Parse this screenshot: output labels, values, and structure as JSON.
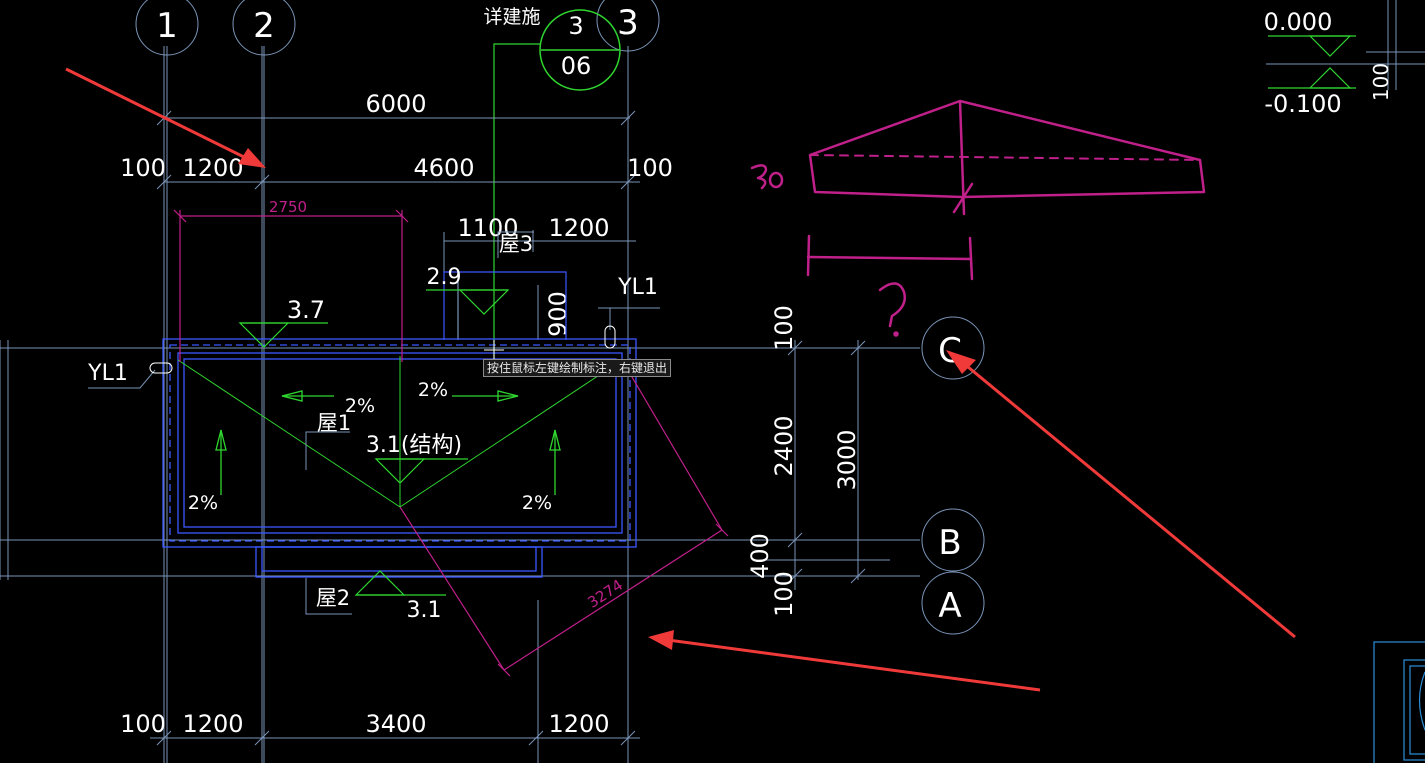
{
  "colors": {
    "background": "#000000",
    "axis": "#7a95b8",
    "text": "#ffffff",
    "wall": "#3a58ff",
    "green": "#2fd62f",
    "magenta": "#c0208a",
    "red": "#f03a3a"
  },
  "grid_bubbles": {
    "axis_1": "1",
    "axis_2": "2",
    "axis_3": "3",
    "axis_A": "A",
    "axis_B": "B",
    "axis_C": "C"
  },
  "detail_callout": {
    "title": "详建施",
    "number": "3",
    "sheet": "06"
  },
  "top_dims": {
    "total": "6000",
    "d1": "100",
    "d2": "1200",
    "d3": "4600",
    "d4": "100",
    "roof3_left": "1100",
    "roof3_right": "1200"
  },
  "bottom_dims": {
    "d1": "100",
    "d2": "1200",
    "d3": "3400",
    "d4": "1200"
  },
  "right_dims": {
    "d_100_top": "100",
    "d_2400": "2400",
    "d_400": "400",
    "d_100_bottom": "100",
    "d_3000": "3000",
    "d_900": "900"
  },
  "annotations": {
    "dim_2750": "2750",
    "dim_3274": "3274",
    "elev_3_7": "3.7",
    "elev_2_9": "2.9",
    "elev_3_1_struct": "3.1(结构)",
    "elev_3_1": "3.1",
    "yl1_left": "YL1",
    "yl1_right": "YL1",
    "roof1": "屋1",
    "roof2": "屋2",
    "roof3": "屋3",
    "slope_top_left": "2%",
    "slope_top_right": "2%",
    "slope_left": "2%",
    "slope_right": "2%"
  },
  "elevation_legend": {
    "upper": "0.000",
    "lower": "-0.100",
    "side": "100"
  },
  "sketch": {
    "side_mark": "30",
    "question_mark": "?"
  },
  "status_tooltip": "按住鼠标左键绘制标注，右键退出"
}
